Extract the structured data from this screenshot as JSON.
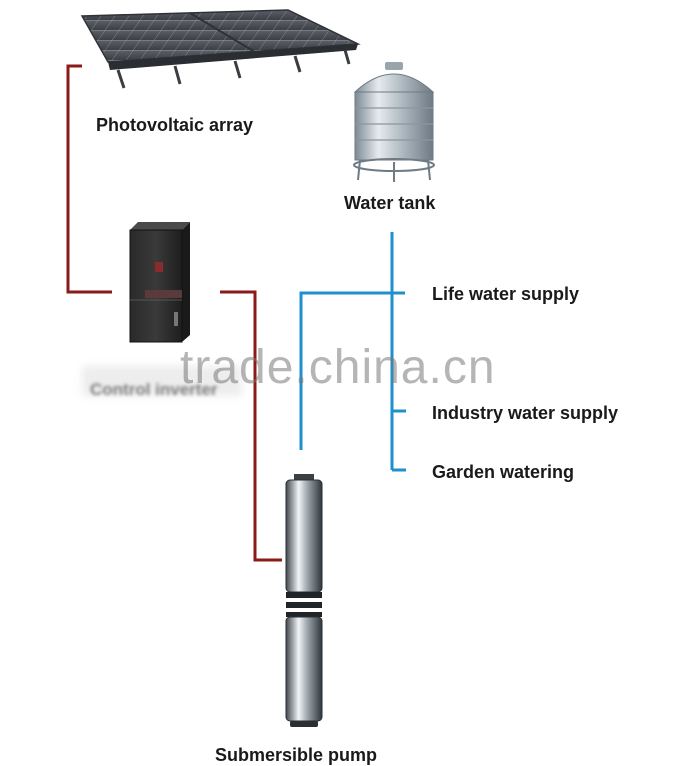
{
  "diagram": {
    "labels": {
      "photovoltaic_array": "Photovoltaic array",
      "water_tank": "Water tank",
      "control_inverter": "Control inverter",
      "life_water_supply": "Life water supply",
      "industry_water_supply": "Industry water supply",
      "garden_watering": "Garden watering",
      "submersible_pump": "Submersible pump"
    },
    "watermark": "trade.china.cn",
    "colors": {
      "power_line": "#8b1a1a",
      "water_line": "#1e8fcf"
    }
  }
}
